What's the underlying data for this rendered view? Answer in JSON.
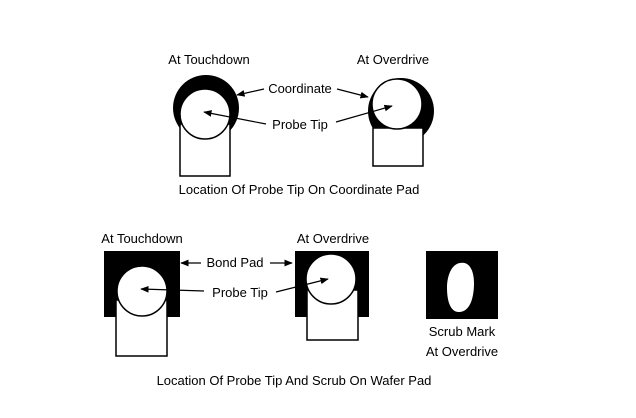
{
  "top_panel": {
    "label_left": "At Touchdown",
    "label_right": "At  Overdrive",
    "callout_coordinate": "Coordinate",
    "callout_probe_tip": "Probe Tip",
    "caption": "Location Of Probe Tip On Coordinate Pad"
  },
  "bottom_panel": {
    "label_left": "At Touchdown",
    "label_middle": "At  Overdrive",
    "callout_bond_pad": "Bond Pad",
    "callout_probe_tip": "Probe Tip",
    "scrub_mark_line1": "Scrub Mark",
    "scrub_mark_line2": "At  Overdrive",
    "caption": "Location Of Probe Tip And Scrub On Wafer Pad"
  },
  "colors": {
    "ink": "#000000",
    "paper": "#ffffff"
  }
}
